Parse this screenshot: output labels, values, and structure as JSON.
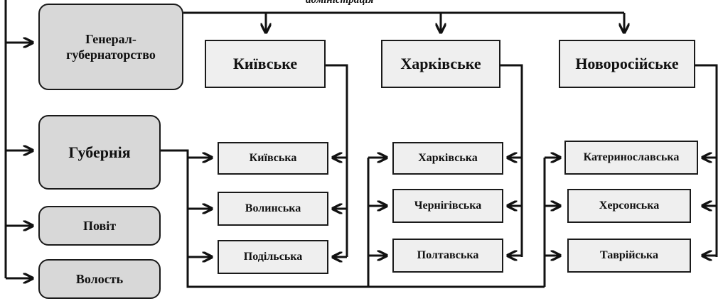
{
  "caption": "адміністрація",
  "left_levels": {
    "gg": "Генерал-\nгубернаторство",
    "gubernia": "Губернія",
    "povit": "Повіт",
    "volost": "Волость"
  },
  "governorships": {
    "kyiv": "Київське",
    "kharkiv": "Харківське",
    "novoros": "Новоросійське"
  },
  "provinces": {
    "kyivska": "Київська",
    "volynska": "Волинська",
    "podilska": "Подільська",
    "kharkivska": "Харківська",
    "chernihivska": "Чернігівська",
    "poltavska": "Полтавська",
    "katerynoslavska": "Катеринославська",
    "khersonska": "Херсонська",
    "tavriiska": "Таврійська"
  }
}
